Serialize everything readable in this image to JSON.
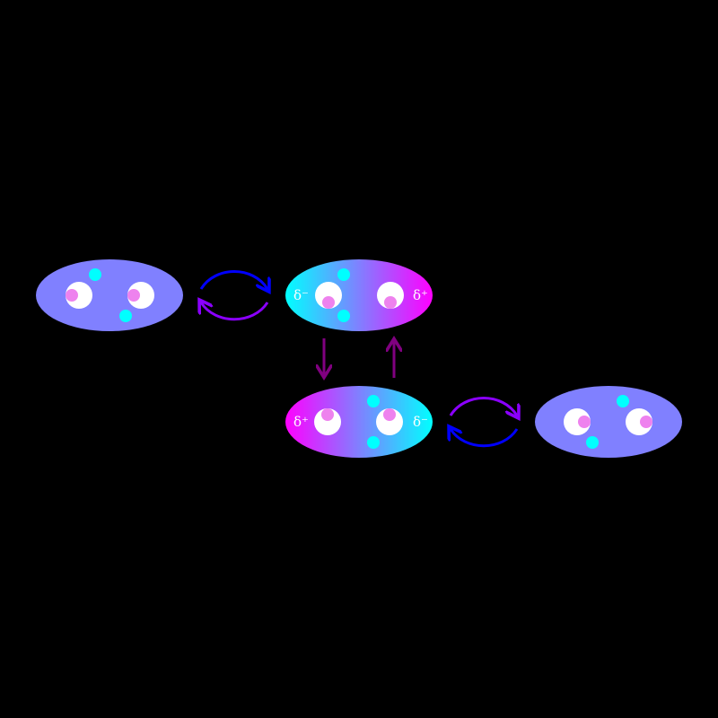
{
  "colors": {
    "background": "#000000",
    "molecule_neutral": "#8080ff",
    "cyan": "#00ffff",
    "magenta": "#ff00ff",
    "atom_core": "#ffffff",
    "pink_electron": "#ee82ee",
    "blue_arrow": "#0000ff",
    "purple_arrow": "#8b00ff",
    "dark_purple_arrow": "#800080"
  },
  "molecules": {
    "a": {
      "state": "neutral"
    },
    "b": {
      "state": "polarized",
      "left_label": "δ⁻",
      "right_label": "δ⁺"
    },
    "c": {
      "state": "polarized",
      "left_label": "δ⁺",
      "right_label": "δ⁻"
    },
    "d": {
      "state": "neutral"
    }
  }
}
